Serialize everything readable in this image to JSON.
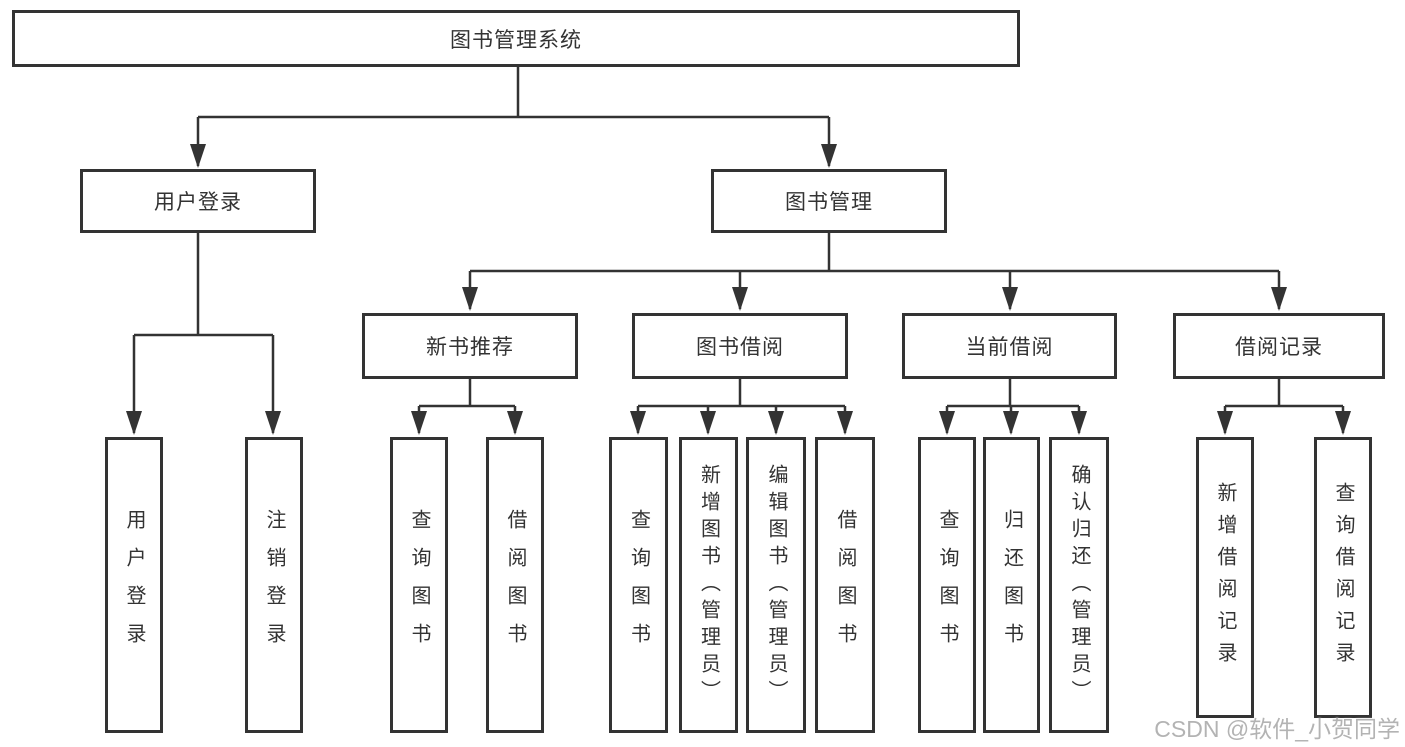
{
  "colors": {
    "line": "#333333",
    "box_border": "#333333",
    "text": "#333333",
    "watermark": "#b3b3b3"
  },
  "watermark": "CSDN @软件_小贺同学",
  "tree": {
    "label": "图书管理系统",
    "children": [
      {
        "label": "用户登录",
        "children": [
          {
            "label": "用户登录"
          },
          {
            "label": "注销登录"
          }
        ]
      },
      {
        "label": "图书管理",
        "children": [
          {
            "label": "新书推荐",
            "children": [
              {
                "label": "查询图书"
              },
              {
                "label": "借阅图书"
              }
            ]
          },
          {
            "label": "图书借阅",
            "children": [
              {
                "label": "查询图书"
              },
              {
                "label": "新增图书（管理员）"
              },
              {
                "label": "编辑图书（管理员）"
              },
              {
                "label": "借阅图书"
              }
            ]
          },
          {
            "label": "当前借阅",
            "children": [
              {
                "label": "查询图书"
              },
              {
                "label": "归还图书"
              },
              {
                "label": "确认归还（管理员）"
              }
            ]
          },
          {
            "label": "借阅记录",
            "children": [
              {
                "label": "新增借阅记录"
              },
              {
                "label": "查询借阅记录"
              }
            ]
          }
        ]
      }
    ]
  }
}
